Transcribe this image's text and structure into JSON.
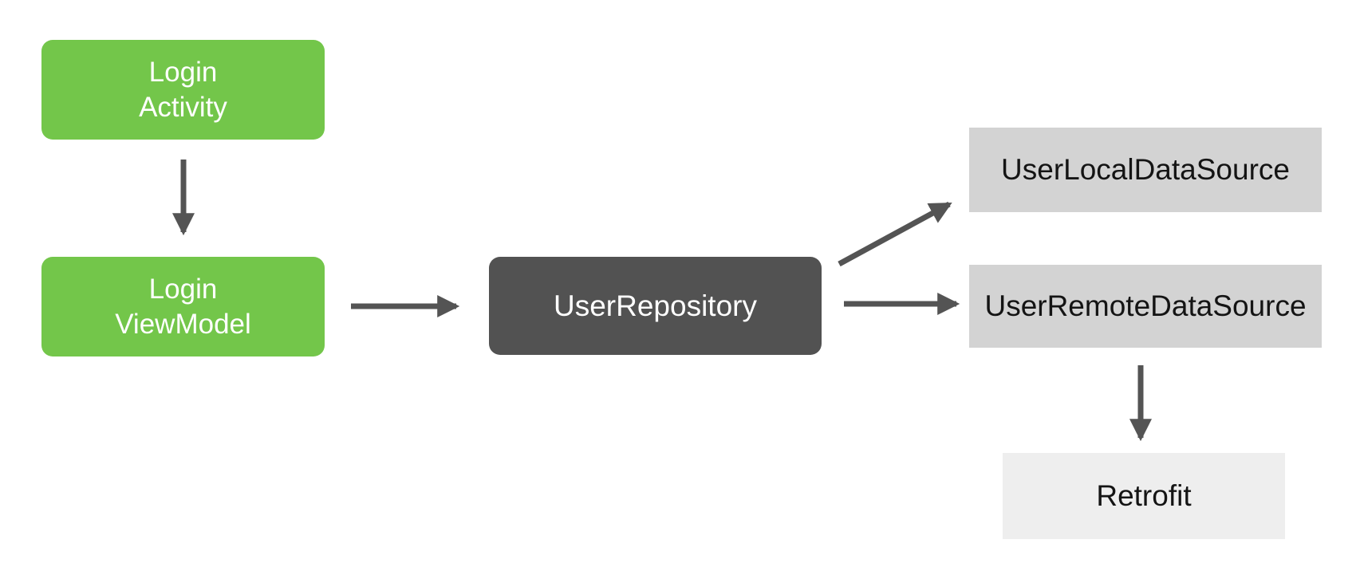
{
  "diagram": {
    "title": "Android login app architecture diagram",
    "colors": {
      "canvas-bg": "#ffffff",
      "green": "#73C64A",
      "dark": "#525252",
      "light-gray": "#D3D3D3",
      "lighter-gray": "#EEEEEE",
      "arrow": "#545454",
      "text-on-color": "#ffffff",
      "text-on-gray": "#141414"
    },
    "nodes": {
      "login_activity": {
        "label": "Login\nActivity",
        "style": "green"
      },
      "login_viewmodel": {
        "label": "Login\nViewModel",
        "style": "green"
      },
      "user_repository": {
        "label": "UserRepository",
        "style": "dark"
      },
      "user_local_data_source": {
        "label": "UserLocalDataSource",
        "style": "light-gray"
      },
      "user_remote_data_source": {
        "label": "UserRemoteDataSource",
        "style": "light-gray"
      },
      "retrofit": {
        "label": "Retrofit",
        "style": "lighter-gray"
      }
    },
    "edges": [
      {
        "from": "login_activity",
        "to": "login_viewmodel",
        "direction": "down"
      },
      {
        "from": "login_viewmodel",
        "to": "user_repository",
        "direction": "right"
      },
      {
        "from": "user_repository",
        "to": "user_local_data_source",
        "direction": "up-right"
      },
      {
        "from": "user_repository",
        "to": "user_remote_data_source",
        "direction": "right"
      },
      {
        "from": "user_remote_data_source",
        "to": "retrofit",
        "direction": "down"
      }
    ]
  }
}
